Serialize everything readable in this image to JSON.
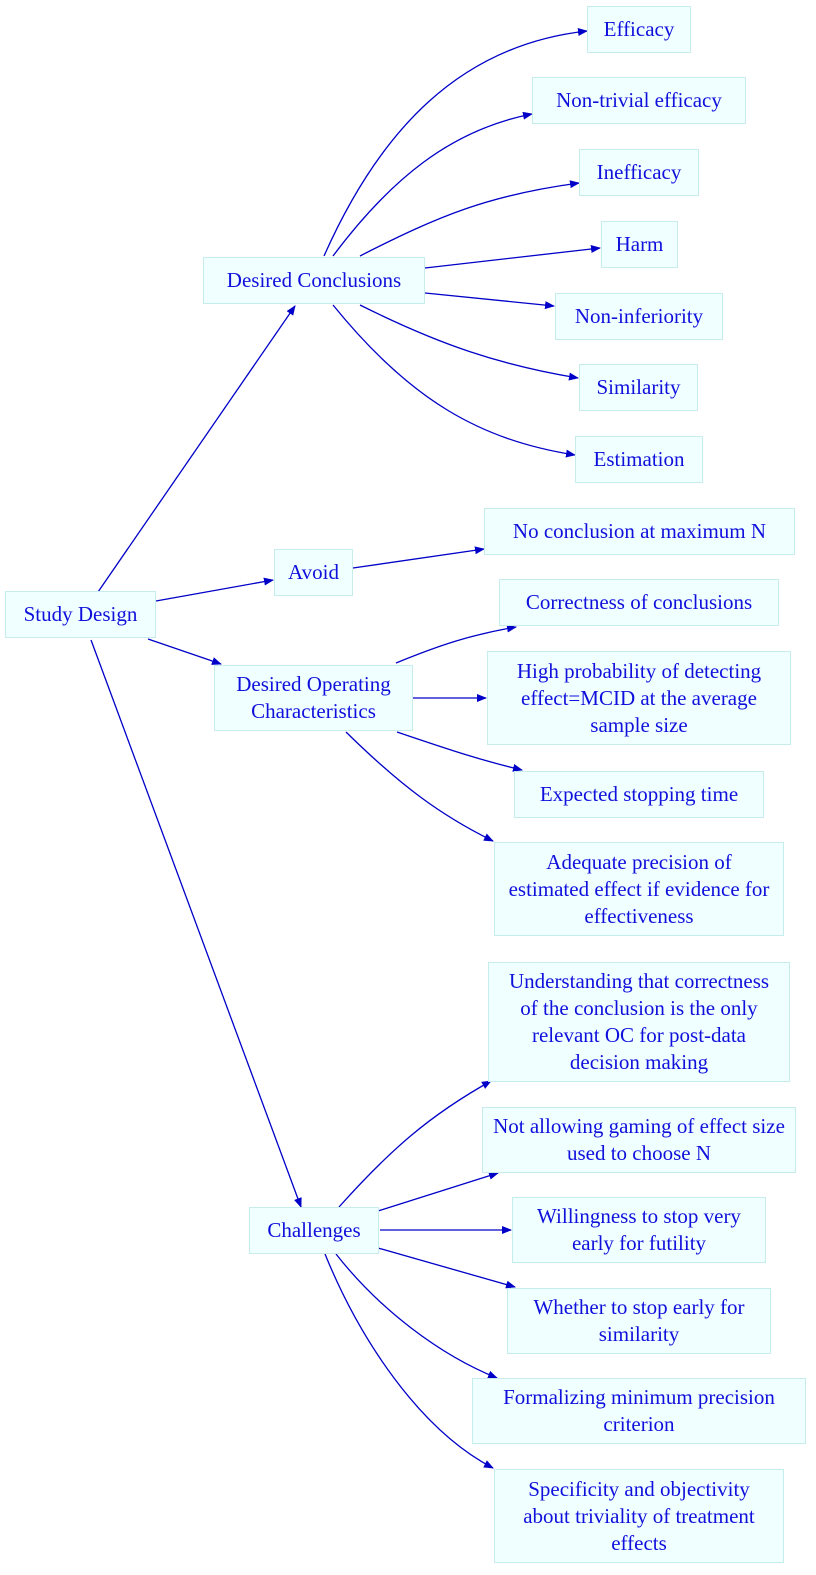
{
  "colors": {
    "edge": "#0000c8",
    "node_fill": "#f0ffff",
    "node_border": "#c6ecec",
    "text": "#1010dd"
  },
  "nodes": {
    "study_design": "Study Design",
    "desired_conclusions": "Desired Conclusions",
    "avoid": "Avoid",
    "desired_oc": "Desired Operating Characteristics",
    "challenges": "Challenges",
    "efficacy": "Efficacy",
    "nontrivial_efficacy": "Non-trivial efficacy",
    "inefficacy": "Inefficacy",
    "harm": "Harm",
    "noninferiority": "Non-inferiority",
    "similarity": "Similarity",
    "estimation": "Estimation",
    "no_conclusion": "No conclusion at maximum N",
    "correctness": "Correctness of conclusions",
    "high_probability": "High probability of detecting effect=MCID at the average sample size",
    "expected_stopping": "Expected stopping time",
    "adequate_precision": "Adequate precision of estimated effect if evidence for effectiveness",
    "understanding": "Understanding that correctness of the conclusion is the only relevant OC for post-data decision making",
    "not_allowing_gaming": "Not allowing gaming of effect size used to choose N",
    "willingness": "Willingness to stop very early for futility",
    "whether_stop": "Whether to stop early for similarity",
    "formalizing": "Formalizing minimum precision criterion",
    "specificity": "Specificity and objectivity about triviality of treatment effects"
  }
}
